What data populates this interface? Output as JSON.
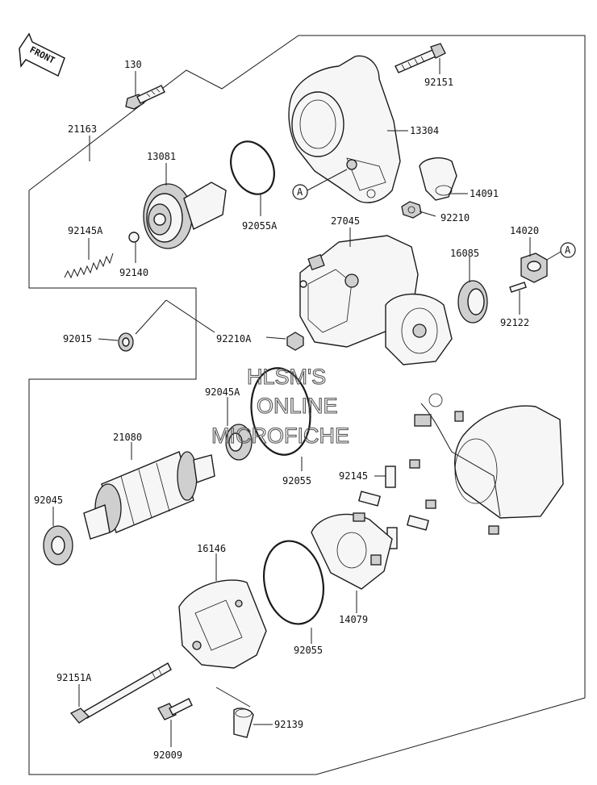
{
  "front_arrow": {
    "text": "FRONT"
  },
  "reference_marker": "A",
  "watermark": [
    "HLSM'S",
    "ONLINE",
    "MICROFICHE"
  ],
  "parts": {
    "p130": "130",
    "p92151": "92151",
    "p21163": "21163",
    "p13304": "13304",
    "p13081": "13081",
    "p92055A": "92055A",
    "p14091": "14091",
    "p27045": "27045",
    "p92210": "92210",
    "p92145A": "92145A",
    "p92140": "92140",
    "p14020": "14020",
    "p16085": "16085",
    "p92122": "92122",
    "p92015": "92015",
    "p92210A": "92210A",
    "p92045A": "92045A",
    "p21080": "21080",
    "p92055": "92055",
    "p92145": "92145",
    "p92045": "92045",
    "p16146": "16146",
    "p92055b": "92055",
    "p14079": "14079",
    "p92151A": "92151A",
    "p92139": "92139",
    "p92009": "92009"
  }
}
